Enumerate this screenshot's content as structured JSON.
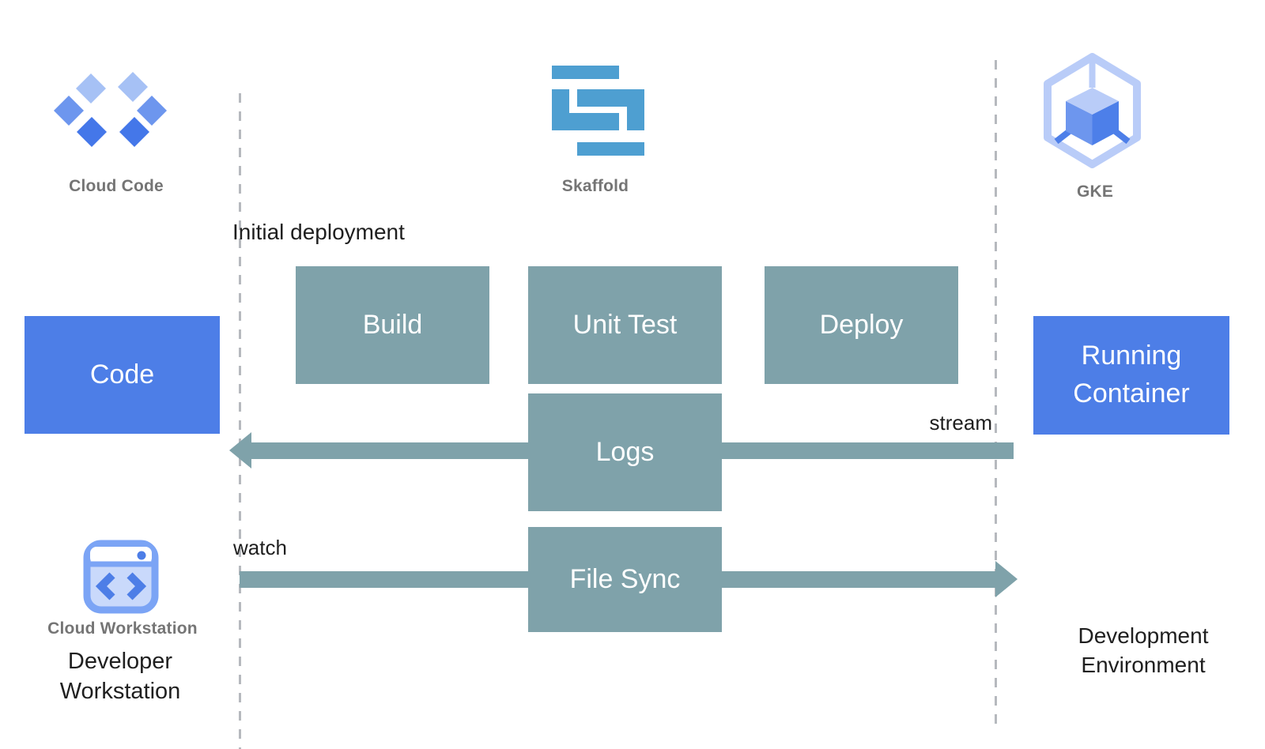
{
  "header": {
    "cloud_code_label": "Cloud Code",
    "skaffold_label": "Skaffold",
    "gke_label": "GKE"
  },
  "nodes": {
    "code": "Code",
    "build": "Build",
    "unit_test": "Unit Test",
    "deploy": "Deploy",
    "logs": "Logs",
    "file_sync": "File Sync",
    "running_container": "Running Container"
  },
  "annotations": {
    "initial_deployment": "Initial deployment",
    "stream": "stream",
    "watch": "watch"
  },
  "footer": {
    "cloud_workstation_label": "Cloud Workstation",
    "developer_workstation": "Developer Workstation",
    "development_environment": "Development Environment"
  },
  "colors": {
    "node_blue": "#4D7EE7",
    "process_teal": "#7FA2AA",
    "skaffold_blue": "#4E9FD1",
    "cloud_code_light": "#A6C1F5",
    "cloud_code_mid": "#6D96EE",
    "cloud_code_dark": "#4477E9",
    "gke_light": "#B9CCF8",
    "gke_mid": "#6D96EE",
    "gke_dark": "#4D7FE9",
    "workstation_outline": "#7BA4F5",
    "workstation_fill": "#C9D9FB",
    "label_gray": "#757575",
    "text_black": "#1F1F1F",
    "dash_gray": "#B6B9BE"
  }
}
